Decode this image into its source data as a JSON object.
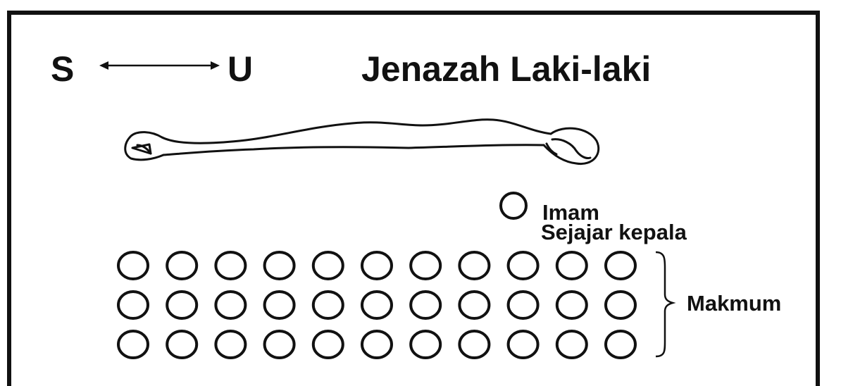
{
  "diagram": {
    "direction": {
      "left": "S",
      "right": "U"
    },
    "title": "Jenazah Laki-laki",
    "imam": {
      "label": "Imam",
      "note": "Sejajar kepala"
    },
    "makmum": {
      "label": "Makmum",
      "rows": 3,
      "per_row": 11
    },
    "colors": {
      "ink": "#111111",
      "background": "#ffffff"
    }
  }
}
